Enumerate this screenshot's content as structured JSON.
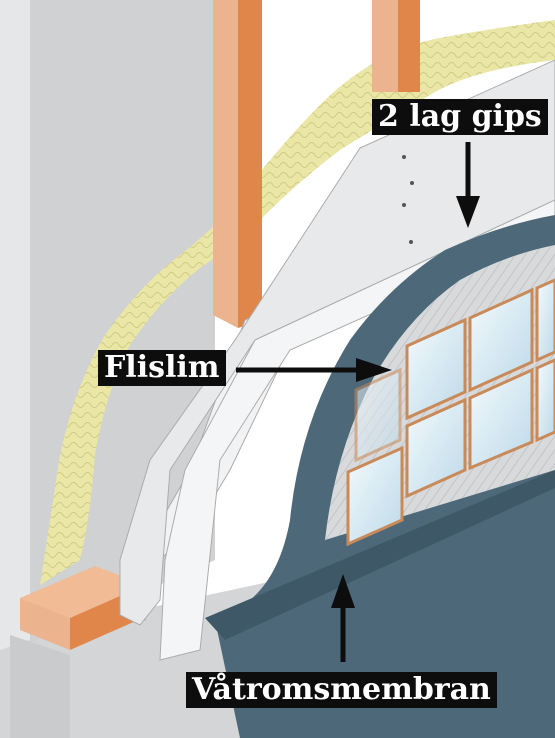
{
  "labels": {
    "gips": "2 lag gips",
    "flislim": "Flislim",
    "membran": "Våtromsmembran"
  },
  "colors": {
    "membrane": "#4d6878",
    "membrane_dark": "#3f5867",
    "insulation": "#e9e6a6",
    "stud": "#e0864a",
    "stud_light": "#ecb48e",
    "gypsum": "#e8e9ea",
    "back_wall": "#cfd1d3",
    "tile": "#d9ebf4",
    "grout": "#c98a5a",
    "label_bg": "#0d0d0d",
    "label_text": "#ffffff"
  },
  "icons": [
    "arrow-down-icon",
    "arrow-right-icon",
    "arrow-up-icon"
  ]
}
